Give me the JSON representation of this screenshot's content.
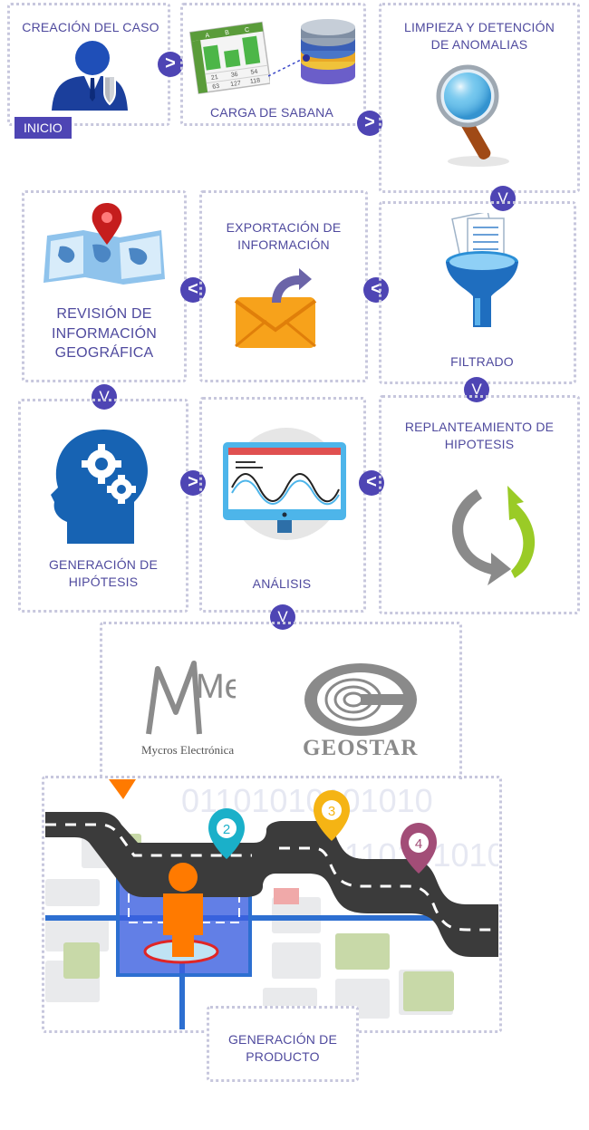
{
  "steps": {
    "creacion": "CREACIÓN DEL CASO",
    "inicio": "INICIO",
    "carga": "CARGA DE SABANA",
    "limpieza": "LIMPIEZA Y DETENCIÓN DE ANOMALIAS",
    "revision": "REVISIÓN DE INFORMACIÓN GEOGRÁFICA",
    "exportacion": "EXPORTACIÓN DE INFORMACIÓN",
    "filtrado": "FILTRADO",
    "generacion_hipotesis": "GENERACIÓN DE HIPÓTESIS",
    "analisis": "ANÁLISIS",
    "replanteamiento": "REPLANTEAMIENTO DE HIPOTESIS",
    "producto": "GENERACIÓN DE PRODUCTO"
  },
  "arrows": {
    "right": ">",
    "left": "<",
    "down": "V"
  },
  "spreadsheet": {
    "cols": [
      "A",
      "B",
      "C"
    ],
    "cells": [
      "21",
      "36",
      "54",
      "63",
      "127",
      "118"
    ]
  },
  "logos": {
    "mycros_mark": "Me",
    "mycros_name": "Mycros Electrónica",
    "geostar": "GEOSTAR"
  },
  "map": {
    "binary_text": "01101010101010",
    "pins": [
      "2",
      "3",
      "4"
    ]
  },
  "colors": {
    "accent": "#4e45b4",
    "label": "#4f4a9e",
    "border": "#c7c7dd"
  }
}
